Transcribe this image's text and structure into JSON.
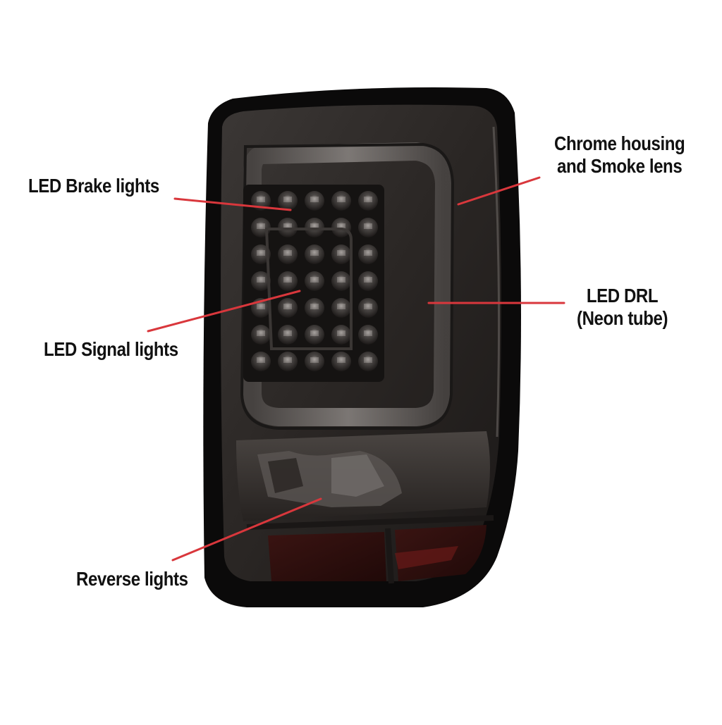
{
  "callouts": {
    "brake": {
      "lines": [
        "LED Brake lights"
      ]
    },
    "signal": {
      "lines": [
        "LED Signal lights"
      ]
    },
    "reverse": {
      "lines": [
        "Reverse lights"
      ]
    },
    "housing": {
      "lines": [
        "Chrome housing",
        "and Smoke lens"
      ]
    },
    "drl": {
      "lines": [
        "LED DRL",
        "(Neon tube)"
      ]
    }
  },
  "colors": {
    "leader_line": "#d9373c",
    "label_text": "#111111",
    "housing_outer": "#0b0a0a",
    "smoke_lens": "#2a2624",
    "reverse_amber": "#3a1412"
  }
}
